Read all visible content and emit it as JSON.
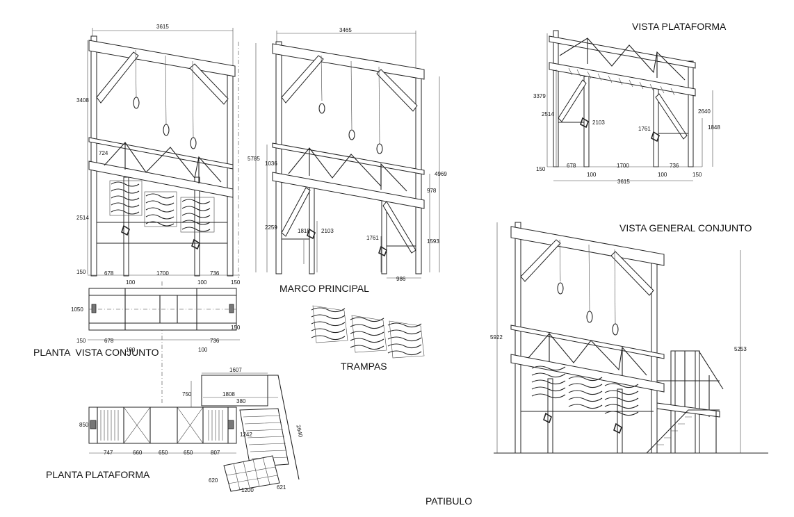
{
  "titles": {
    "planta_vista_conjunto": "PLANTA  VISTA CONJUNTO",
    "marco_principal": "MARCO PRINCIPAL",
    "trampas": "TRAMPAS",
    "planta_plataforma": "PLANTA PLATAFORMA",
    "vista_plataforma": "VISTA PLATAFORMA",
    "vista_general": "VISTA GENERAL CONJUNTO",
    "patibulo": "PATIBULO"
  },
  "front_view_dims": {
    "top": "3615",
    "left_height": "3408",
    "beam": "724",
    "post": "2514",
    "bottom_150": "150",
    "bottom_678": "678",
    "bottom_1700": "1700",
    "bottom_100a": "100",
    "bottom_100b": "100",
    "bottom_736": "736",
    "bottom_150b": "150"
  },
  "plan_view_dims": {
    "depth": "1050",
    "right_150": "150",
    "b_150": "150",
    "b_678": "678",
    "b_100": "100",
    "b_736": "736",
    "b_100b": "100"
  },
  "marco_dims": {
    "top": "3465",
    "total_height": "5785",
    "d_1036": "1036",
    "d_2259": "2259",
    "d_1818": "1818",
    "d_2103": "2103",
    "d_1761": "1761",
    "d_4969": "4969",
    "d_978": "978",
    "d_1593": "1593",
    "d_986": "986"
  },
  "vista_plataforma_dims": {
    "d_3379": "3379",
    "d_2514": "2514",
    "d_2103": "2103",
    "d_1761": "1761",
    "d_2640": "2640",
    "d_1848": "1848",
    "b_150": "150",
    "b_678": "678",
    "b_1700": "1700",
    "b_736": "736",
    "b_150b": "150",
    "b_100": "100",
    "b_100b": "100",
    "total": "3615"
  },
  "vista_general_dims": {
    "left_height": "5922",
    "right_height": "5253"
  },
  "planta_plataforma_dims": {
    "d_1607": "1607",
    "d_750": "750",
    "d_1808": "1808",
    "d_380": "380",
    "d_850": "850",
    "d_1242": "1242",
    "d_2640": "2640",
    "d_747": "747",
    "d_660": "660",
    "d_650a": "650",
    "d_650b": "650",
    "d_807": "807",
    "d_620": "620",
    "d_1200": "1200",
    "d_621": "621"
  }
}
